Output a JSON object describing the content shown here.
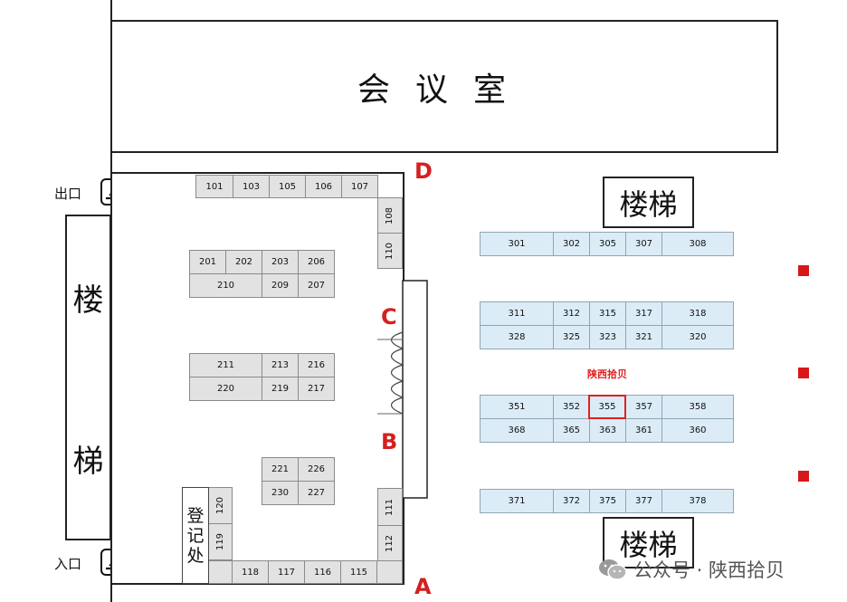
{
  "meeting_room": {
    "label": "会议室"
  },
  "left_stairs": {
    "chars": [
      "楼",
      "梯"
    ]
  },
  "right_stairs": {
    "top": "楼梯",
    "bottom": "楼梯"
  },
  "doors": {
    "exit": "出口",
    "entrance": "入口"
  },
  "gates": {
    "a": "A",
    "b": "B",
    "c": "C",
    "d": "D"
  },
  "registration": {
    "chars": [
      "登",
      "记",
      "处"
    ]
  },
  "annotation": "陕西拾贝",
  "watermark": {
    "text": "公众号 · 陕西拾贝"
  },
  "booths": {
    "top_row": [
      "101",
      "103",
      "105",
      "106",
      "107"
    ],
    "right_top": [
      "108",
      "110"
    ],
    "right_bottom": [
      "111",
      "112"
    ],
    "bottom_row": [
      "118",
      "117",
      "116",
      "115"
    ],
    "left_column": [
      "120",
      "119"
    ],
    "block1_top": [
      "201",
      "202",
      "203",
      "206"
    ],
    "block1_bottom": [
      "210",
      "209",
      "207"
    ],
    "block2_top": [
      "211",
      "213",
      "216"
    ],
    "block2_bottom": [
      "220",
      "219",
      "217"
    ],
    "block3_top": [
      "221",
      "226"
    ],
    "block3_bottom": [
      "230",
      "227"
    ],
    "row301": [
      "301",
      "302",
      "305",
      "307",
      "308"
    ],
    "row311": [
      "311",
      "312",
      "315",
      "317",
      "318"
    ],
    "row328": [
      "328",
      "325",
      "323",
      "321",
      "320"
    ],
    "row351": [
      "351",
      "352",
      "355",
      "357",
      "358"
    ],
    "row368": [
      "368",
      "365",
      "363",
      "361",
      "360"
    ],
    "row371": [
      "371",
      "372",
      "375",
      "377",
      "378"
    ]
  },
  "highlight_booth": "355",
  "colors": {
    "accent": "#d42020",
    "booth_gray": "#e2e2e2",
    "booth_blue": "#dcecf6"
  }
}
